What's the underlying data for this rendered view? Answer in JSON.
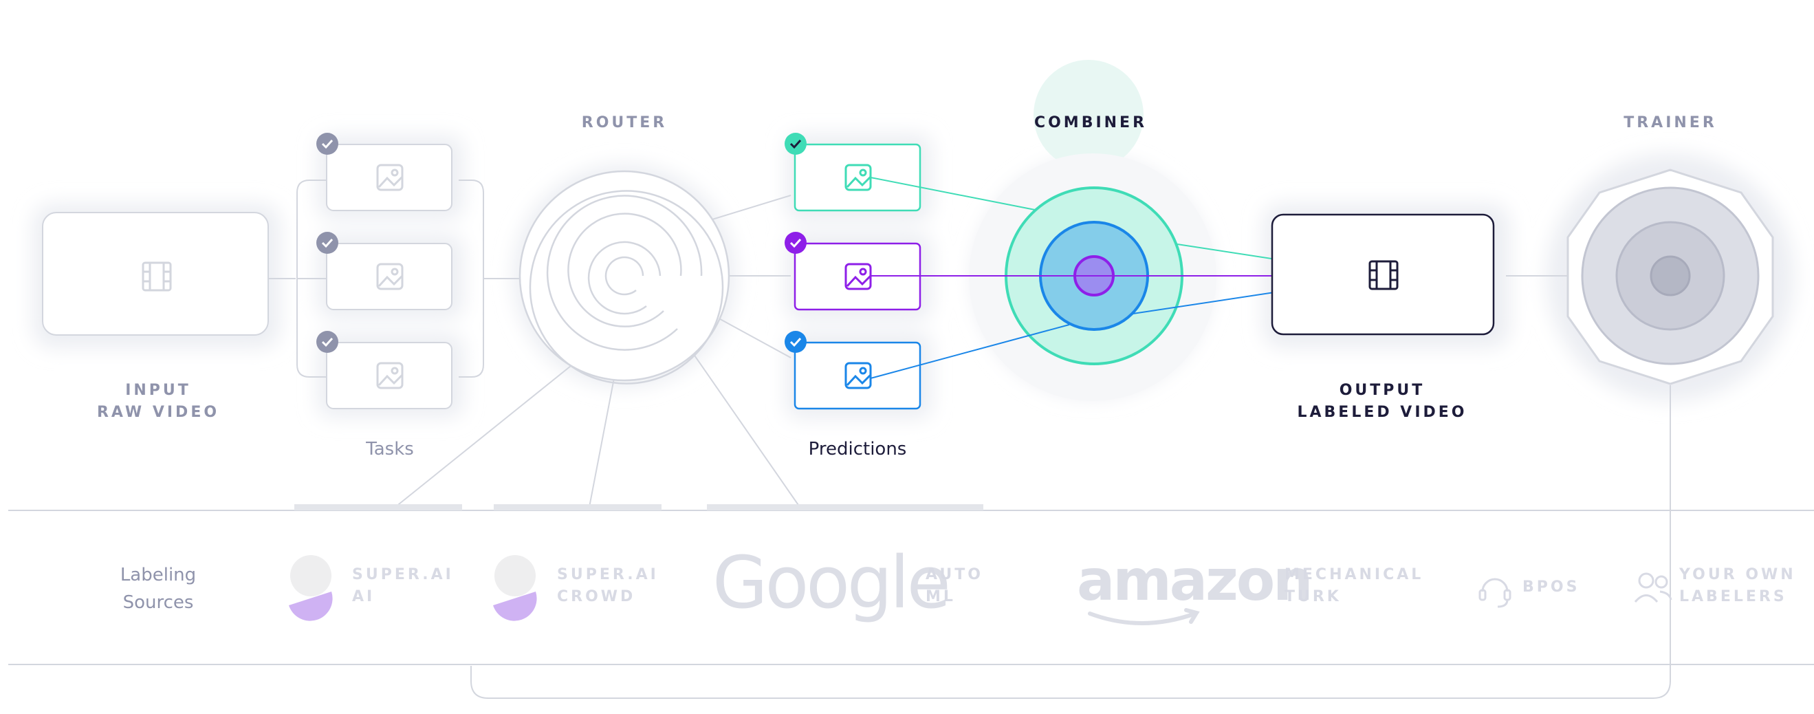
{
  "stages": {
    "input": {
      "line1": "INPUT",
      "line2": "RAW VIDEO"
    },
    "router": "ROUTER",
    "combiner": "COMBINER",
    "output": {
      "line1": "OUTPUT",
      "line2": "LABELED VIDEO"
    },
    "trainer": "TRAINER"
  },
  "groups": {
    "tasks": "Tasks",
    "predictions": "Predictions"
  },
  "labeling_sources": {
    "label_line1": "Labeling",
    "label_line2": "Sources",
    "items": [
      {
        "line1": "SUPER.AI",
        "line2": "AI"
      },
      {
        "line1": "SUPER.AI",
        "line2": "CROWD"
      },
      {
        "logo": "Google",
        "line1": "AUTO",
        "line2": "ML"
      },
      {
        "logo": "amazon",
        "line1": "MECHANICAL",
        "line2": "TURK"
      },
      {
        "line1": "BPOS"
      },
      {
        "line1": "YOUR OWN",
        "line2": "LABELERS"
      }
    ]
  },
  "colors": {
    "teal": "#3fdcb6",
    "purple": "#8e1fe8",
    "blue": "#1a86e8",
    "navy": "#1d1c3a",
    "gray_text": "#8f93ab",
    "light_line": "#d3d6de"
  },
  "icons": {
    "video": "film-icon",
    "image": "image-icon",
    "check": "check-icon",
    "headset": "headset-icon",
    "people": "users-icon"
  }
}
